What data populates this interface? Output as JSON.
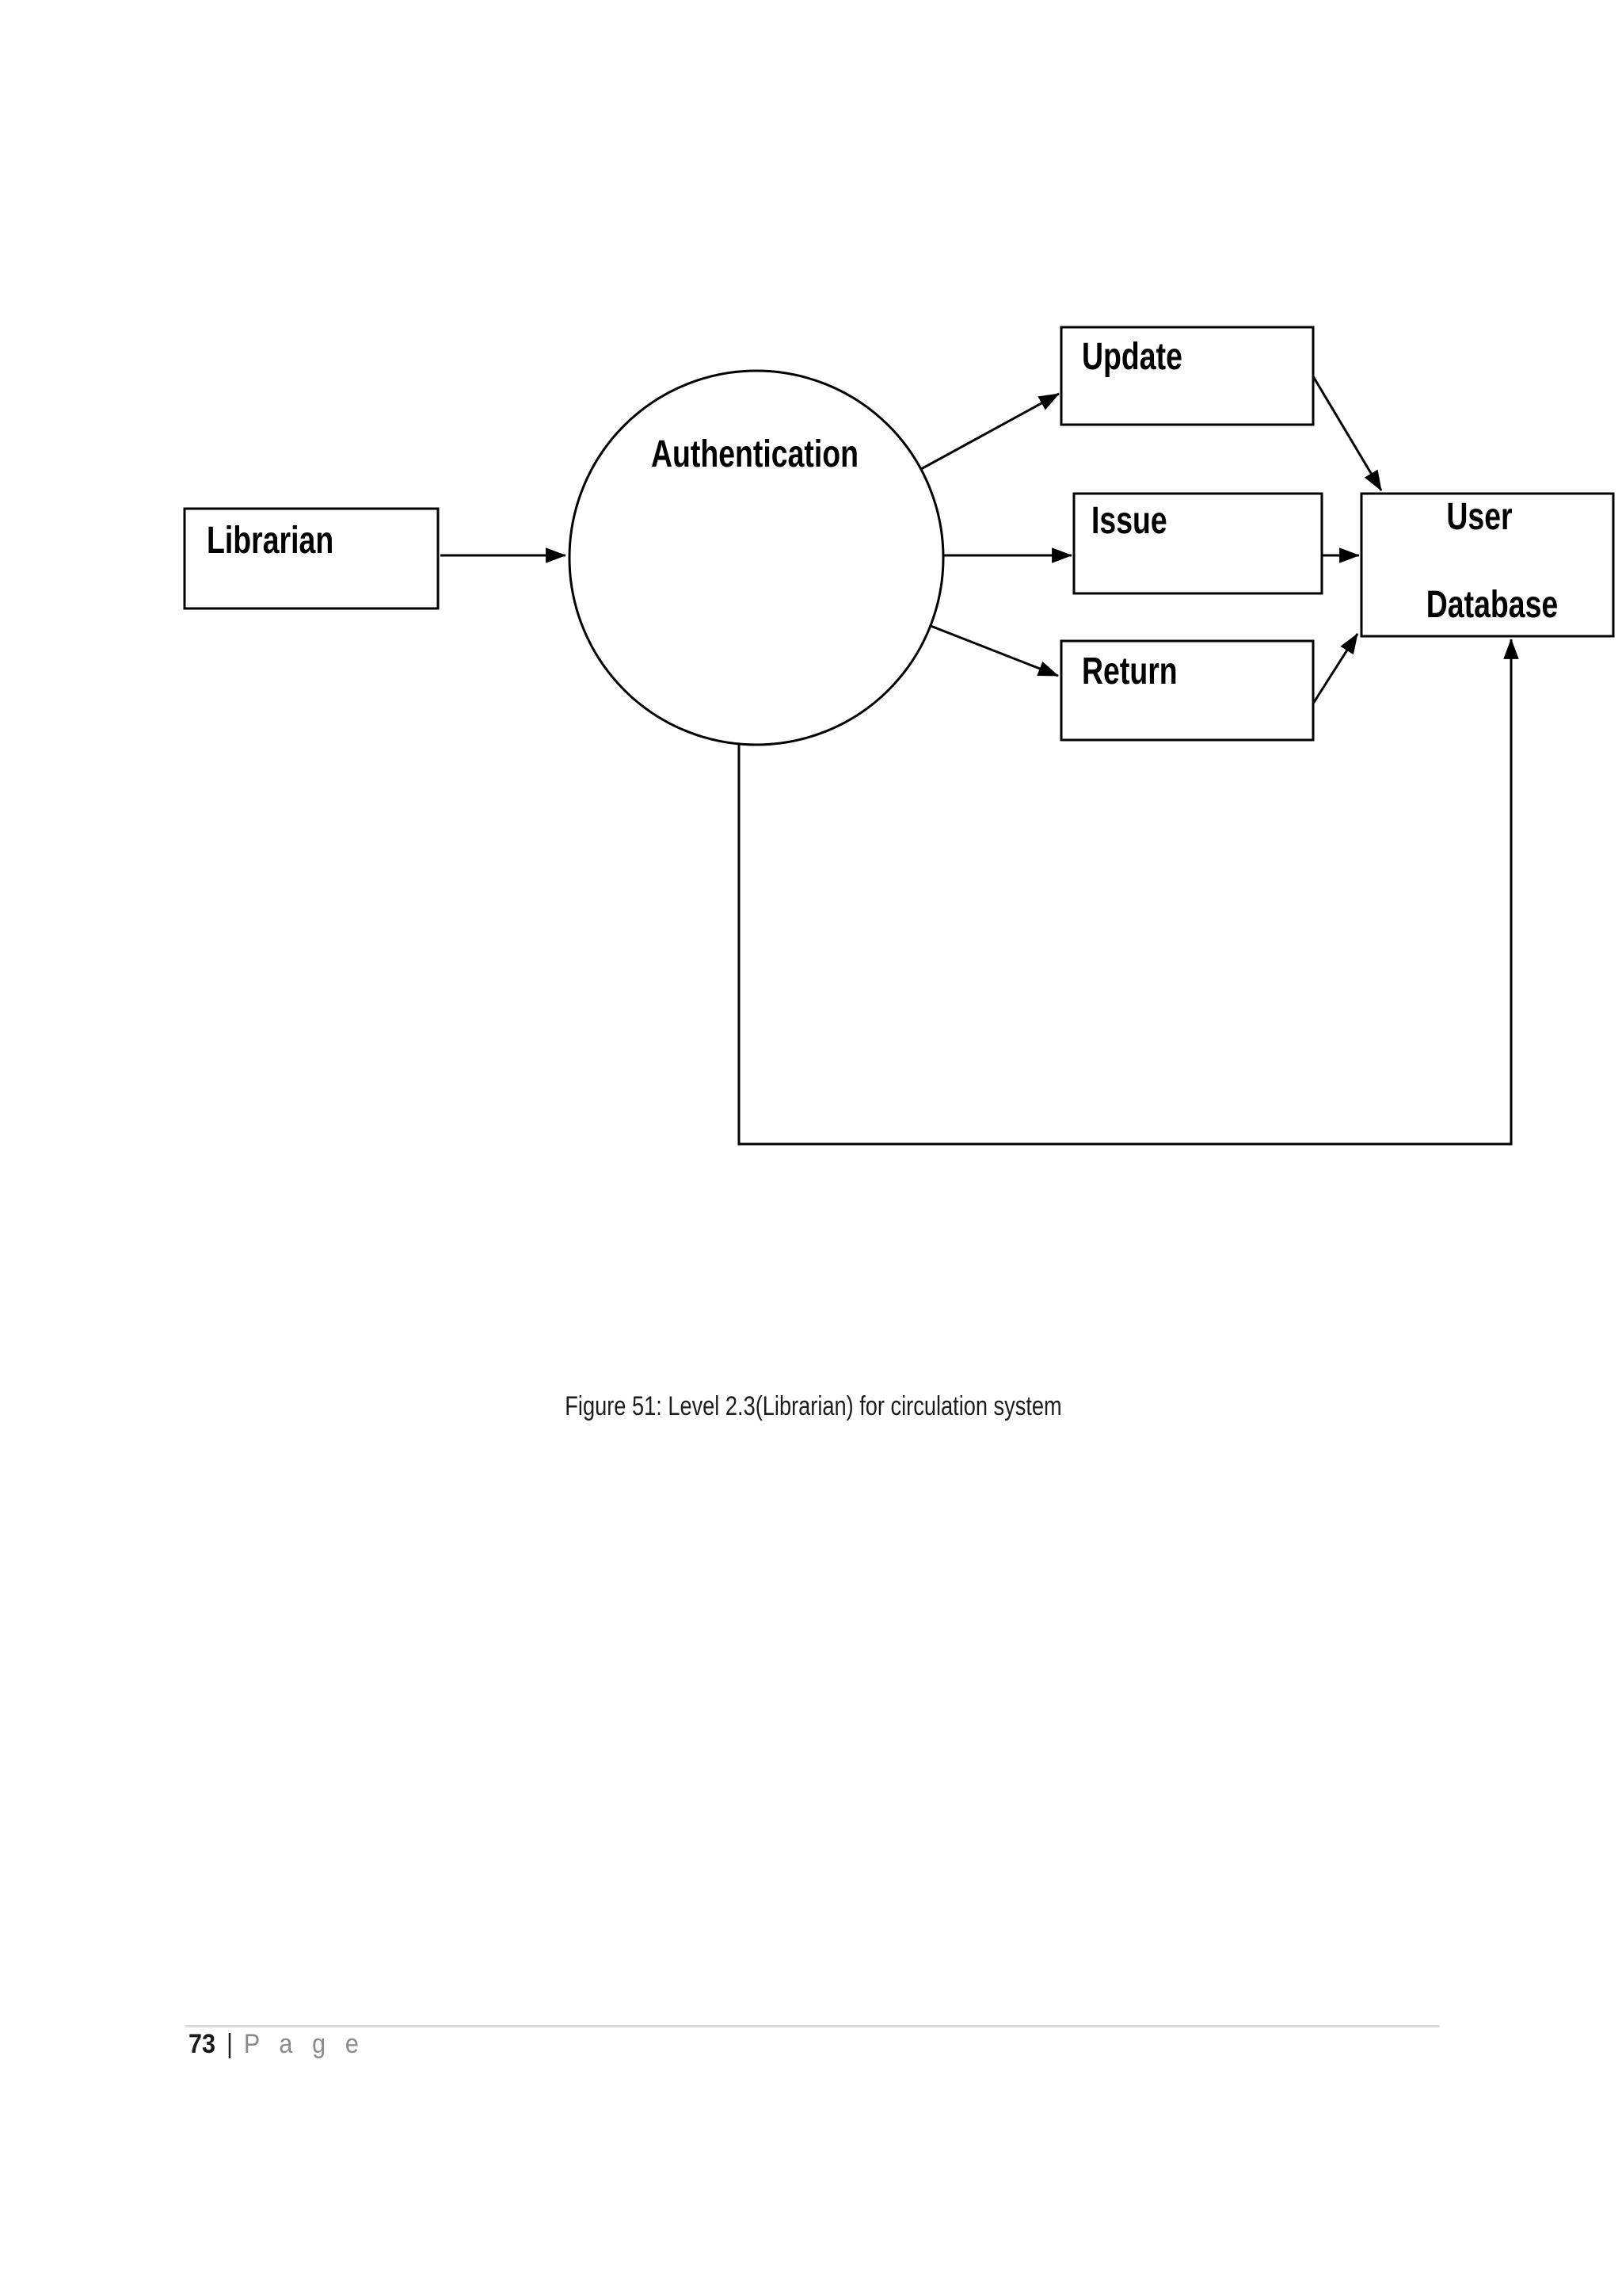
{
  "diagram": {
    "external_entity": {
      "label": "Librarian"
    },
    "process": {
      "label": "Authentication"
    },
    "sub_processes": {
      "update": {
        "label": "Update"
      },
      "issue": {
        "label": "Issue"
      },
      "return": {
        "label": "Return"
      }
    },
    "data_store": {
      "label_line1": "User",
      "label_line2": "Database"
    }
  },
  "caption": "Figure 51: Level 2.3(Librarian) for circulation system",
  "footer": {
    "page_number": "73",
    "separator": "|",
    "page_word": "P a g e"
  },
  "colors": {
    "shape_stroke": "#000000",
    "shape_fill": "#ffffff",
    "caption_text": "#1c1c1c",
    "footer_page_word": "#8a8a8a",
    "footer_rule": "#dadada",
    "background": "#ffffff"
  }
}
